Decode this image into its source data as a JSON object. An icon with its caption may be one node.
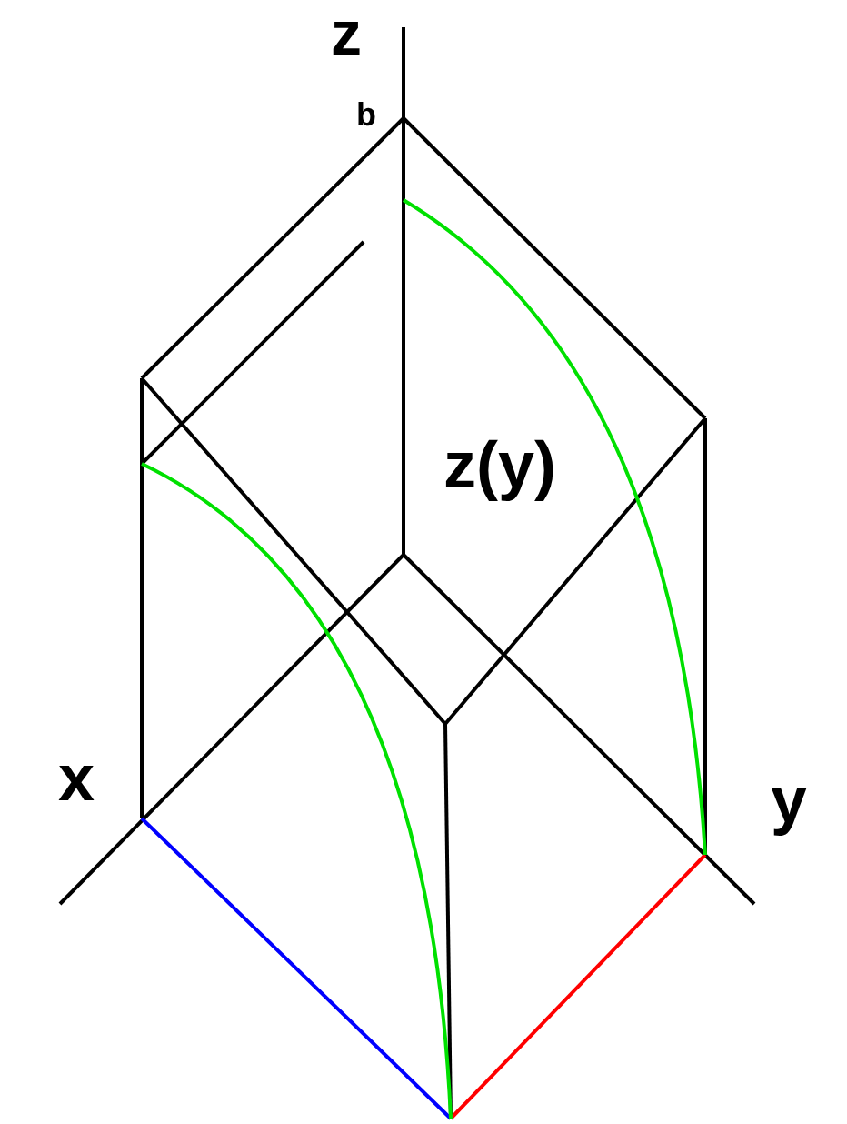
{
  "diagram": {
    "labels": [
      "z",
      "b",
      "z(y)",
      "x",
      "y"
    ]
  }
}
